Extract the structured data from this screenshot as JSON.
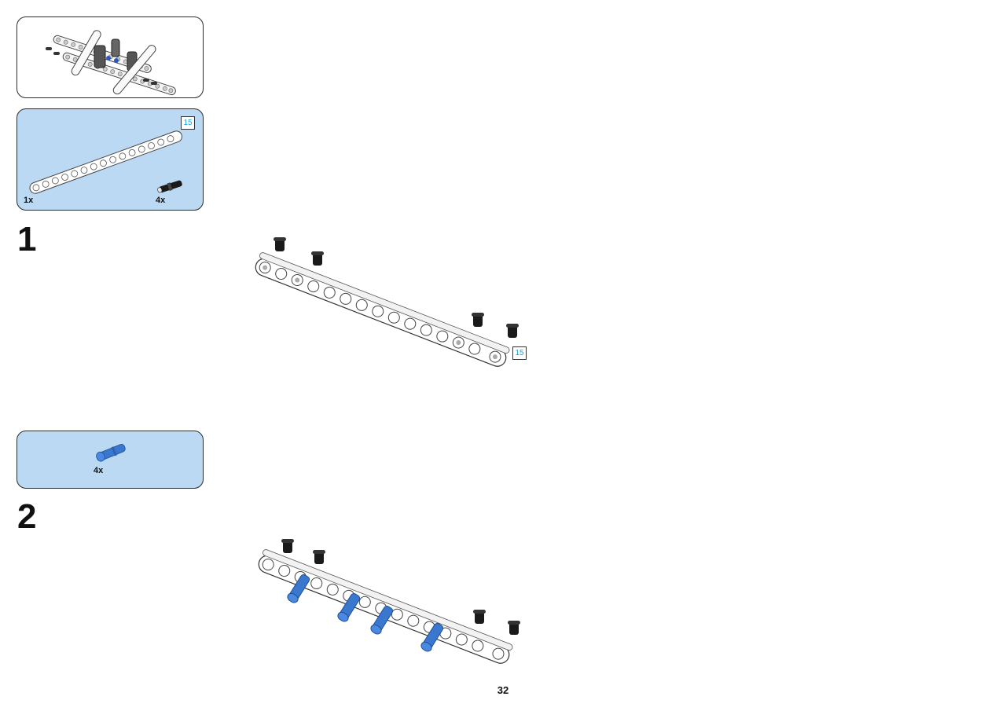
{
  "steps": [
    {
      "number": "1"
    },
    {
      "number": "2"
    }
  ],
  "parts_list_1": {
    "beam_qty": "1x",
    "beam_length": "15",
    "pin_qty": "4x"
  },
  "parts_list_2": {
    "pin_qty": "4x"
  },
  "step1_model": {
    "beam_length": "15"
  },
  "page": {
    "number": "32"
  },
  "colors": {
    "panel_blue": "#bcd9f3",
    "length_badge_text": "#1ba5d8",
    "pin_blue": "#3a78d0",
    "pin_black": "#1a1a1a"
  }
}
